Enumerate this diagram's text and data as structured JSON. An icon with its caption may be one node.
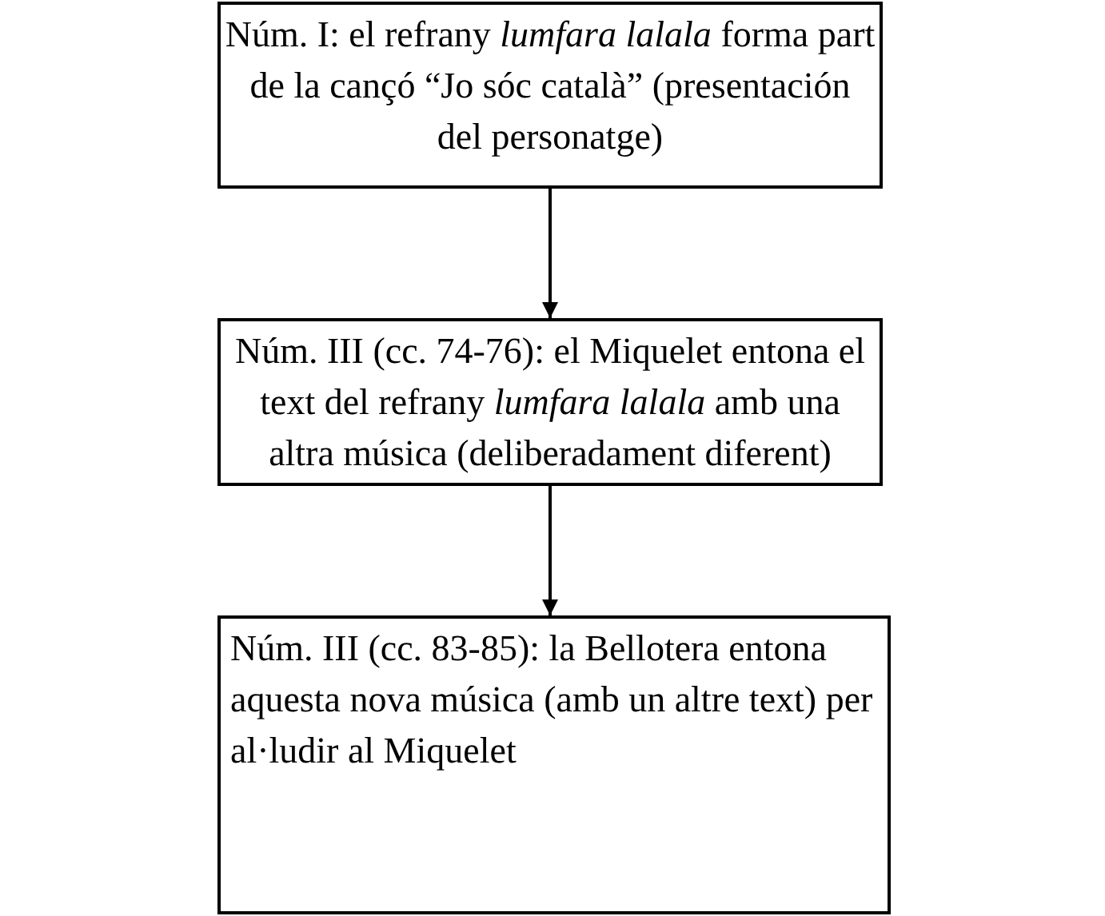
{
  "diagram": {
    "nodes": [
      {
        "text": [
          "Núm. I: el refrany *lumfara lalala* forma part de la cançó “Jo sóc català” (presentación del personatge)"
        ]
      },
      {
        "text": [
          "Núm. III (cc. 74-76): el Miquelet entona el text del refrany *lumfara lalala* amb una altra música (deliberadament diferent)"
        ]
      },
      {
        "text": [
          "Núm. III (cc. 83-85): la Bellotera entona aquesta nova música (amb un altre text) per al·ludir al Miquelet"
        ]
      }
    ],
    "edges": [
      {
        "from": 0,
        "to": 1,
        "arrow": "to"
      },
      {
        "from": 1,
        "to": 2,
        "arrow": "to"
      }
    ]
  }
}
